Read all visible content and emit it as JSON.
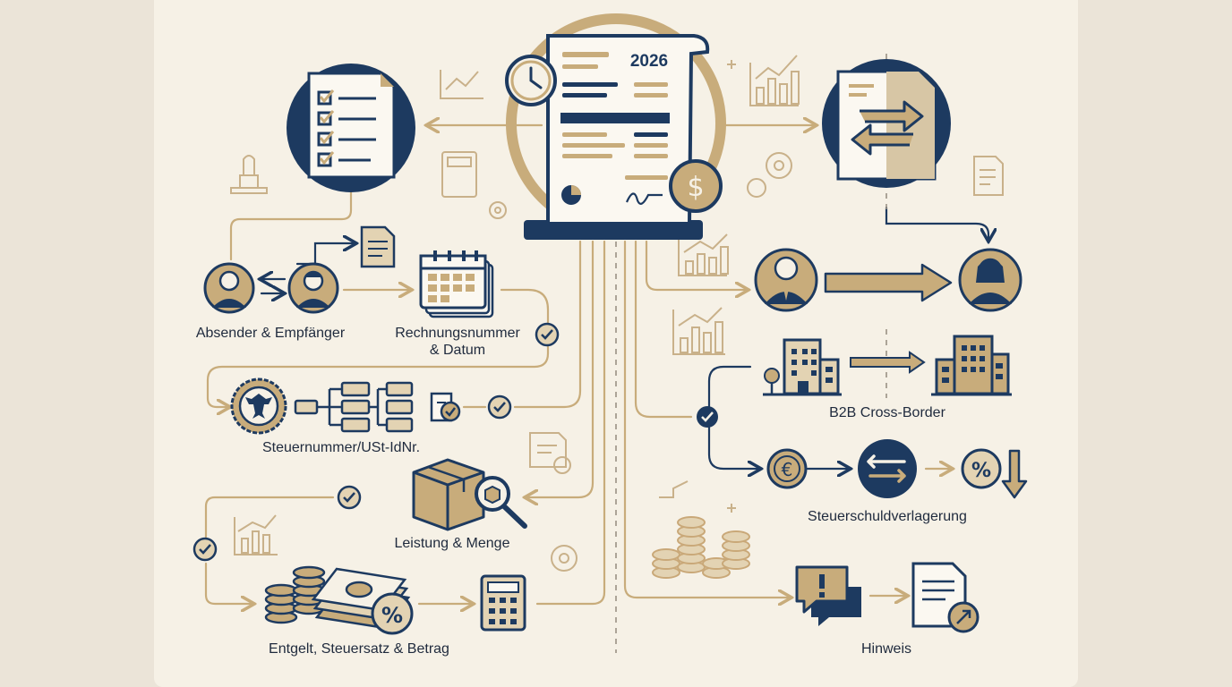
{
  "invoice": {
    "year": "2026"
  },
  "labels": {
    "sender_receiver": "Absender & Empfänger",
    "invoice_number_date": "Rechnungsnummer & Datum",
    "tax_number": "Steuernummer/USt-IdNr.",
    "service_quantity": "Leistung & Menge",
    "amount_tax": "Entgelt, Steuersatz & Betrag",
    "b2b_cross_border": "B2B Cross-Border",
    "reverse_charge": "Steuerschuldverlagerung",
    "note": "Hinweis"
  },
  "colors": {
    "navy": "#1d3a60",
    "gold": "#c8ac7b",
    "tan": "#c9b18a",
    "cream": "#f6f1e6",
    "ink": "#1f2a3d"
  }
}
